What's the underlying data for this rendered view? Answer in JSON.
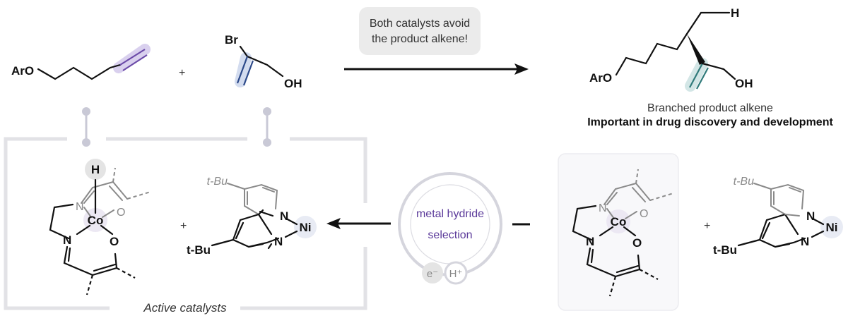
{
  "reaction": {
    "reactant1": {
      "substituent": "ArO",
      "highlight_color": "#8a6cc0"
    },
    "plus": "+",
    "reactant2": {
      "halogen": "Br",
      "alcohol": "OH",
      "highlight_color": "#3f63a8"
    },
    "callout": {
      "line1": "Both catalysts avoid",
      "line2": "the product alkene!"
    },
    "product": {
      "substituent": "ArO",
      "hydrogen": "H",
      "alcohol": "OH",
      "highlight_color": "#3f8c8c",
      "caption": "Branched product alkene",
      "caption_bold": "Important in drug discovery and development"
    }
  },
  "catalysts": {
    "frame_label": "Active catalysts",
    "cobalt": {
      "metal": "Co",
      "hydride": "H",
      "nitrogen": "N",
      "oxygen": "O",
      "metal_color": "#5b3a9a"
    },
    "nickel": {
      "metal": "Ni",
      "nitrogen": "N",
      "tbu": "t-Bu",
      "metal_color": "#2d4a8a"
    },
    "plus": "+"
  },
  "selection": {
    "line1": "metal hydride",
    "line2": "selection",
    "electron": "e⁻",
    "proton": "H⁺",
    "text_color": "#5b3a9a"
  }
}
